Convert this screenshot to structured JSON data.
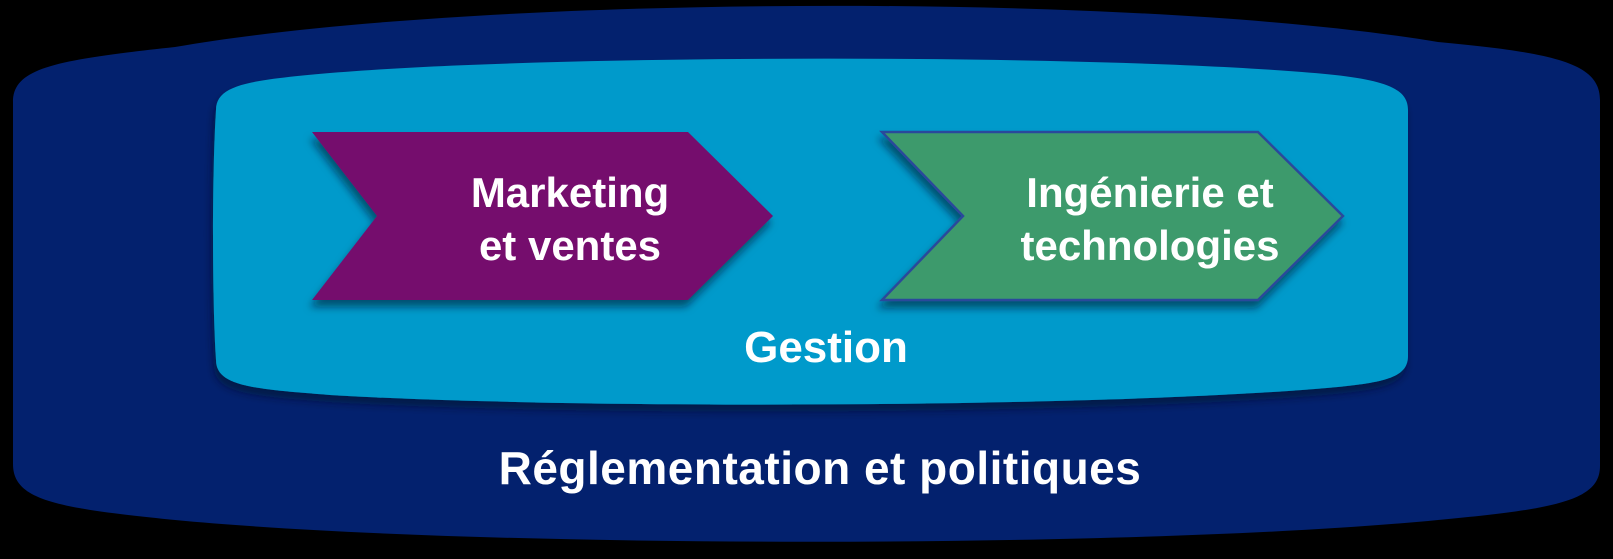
{
  "colors": {
    "background": "#000000",
    "navy": "#03216E",
    "cyan": "#059ACB",
    "purple": "#740E6D",
    "green": "#3D9A6C",
    "green_border": "#2B4A9B",
    "text": "#FFFFFF",
    "shadow": "#000728"
  },
  "diagram": {
    "outer_band": {
      "label": "Réglementation et politiques"
    },
    "inner_band": {
      "label": "Gestion"
    },
    "arrows": [
      {
        "id": "marketing-et-ventes",
        "lines": [
          "Marketing",
          "et ventes"
        ]
      },
      {
        "id": "ingenierie-et-technologies",
        "lines": [
          "Ingénierie et",
          "technologies"
        ]
      }
    ]
  }
}
